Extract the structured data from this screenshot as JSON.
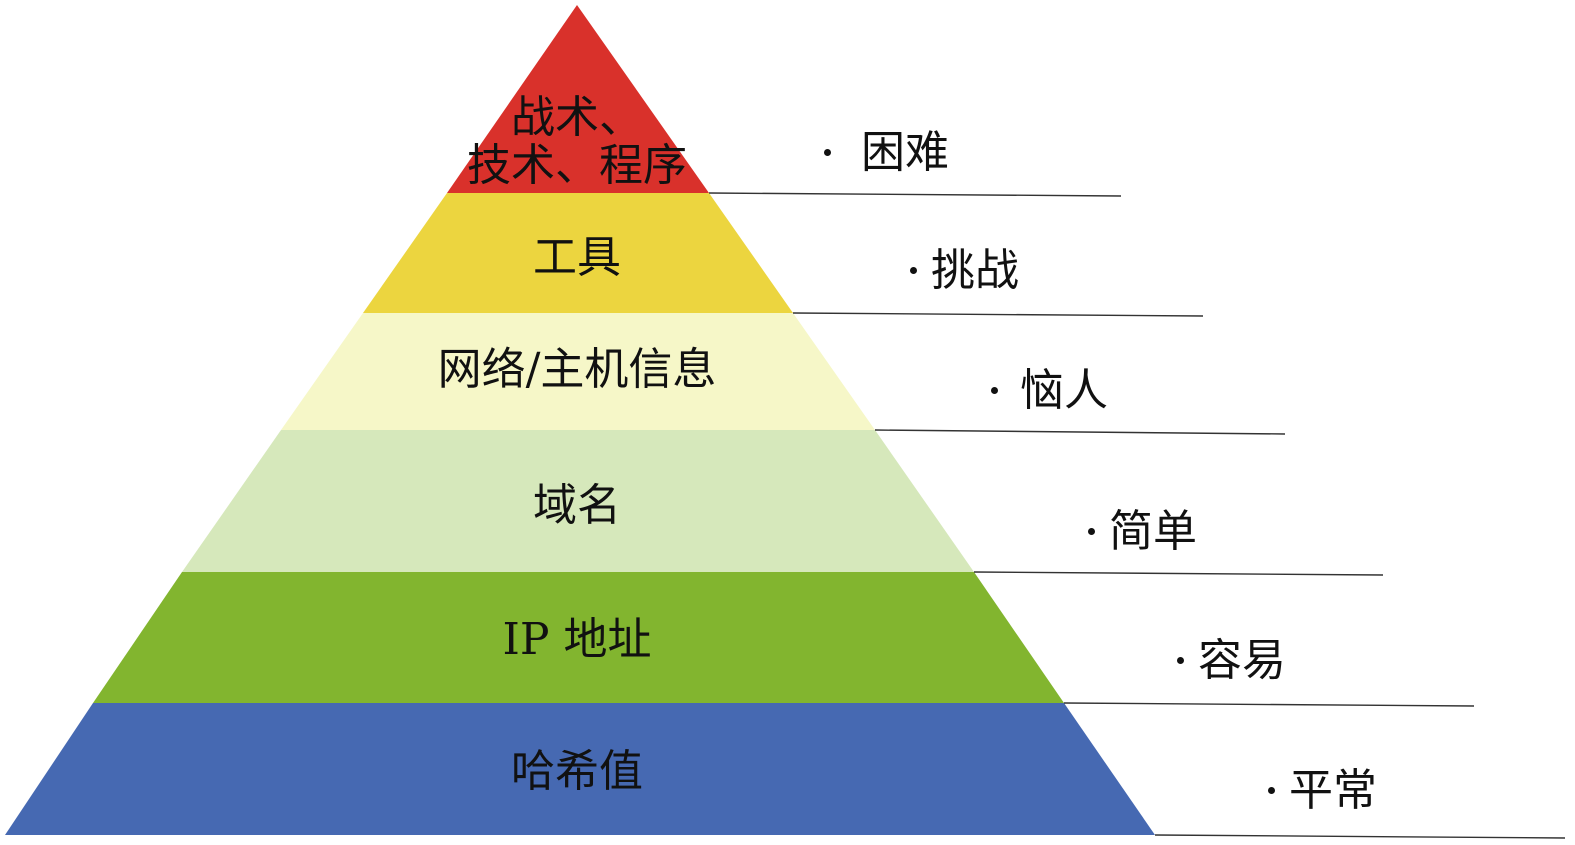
{
  "pyramid": {
    "levels": [
      {
        "label_lines": [
          "战术、",
          "技术、程序"
        ],
        "color": "#d9312b",
        "difficulty": "困难"
      },
      {
        "label_lines": [
          "工具"
        ],
        "color": "#ecd53f",
        "difficulty": "挑战"
      },
      {
        "label_lines": [
          "网络/主机信息"
        ],
        "color": "#f6f7c8",
        "difficulty": "恼人"
      },
      {
        "label_lines": [
          "域名"
        ],
        "color": "#d6e8bb",
        "difficulty": "简单"
      },
      {
        "label_lines": [
          "IP 地址"
        ],
        "color": "#82b52f",
        "difficulty": "容易"
      },
      {
        "label_lines": [
          "哈希值"
        ],
        "color": "#4669b2",
        "difficulty": "平常"
      }
    ]
  }
}
